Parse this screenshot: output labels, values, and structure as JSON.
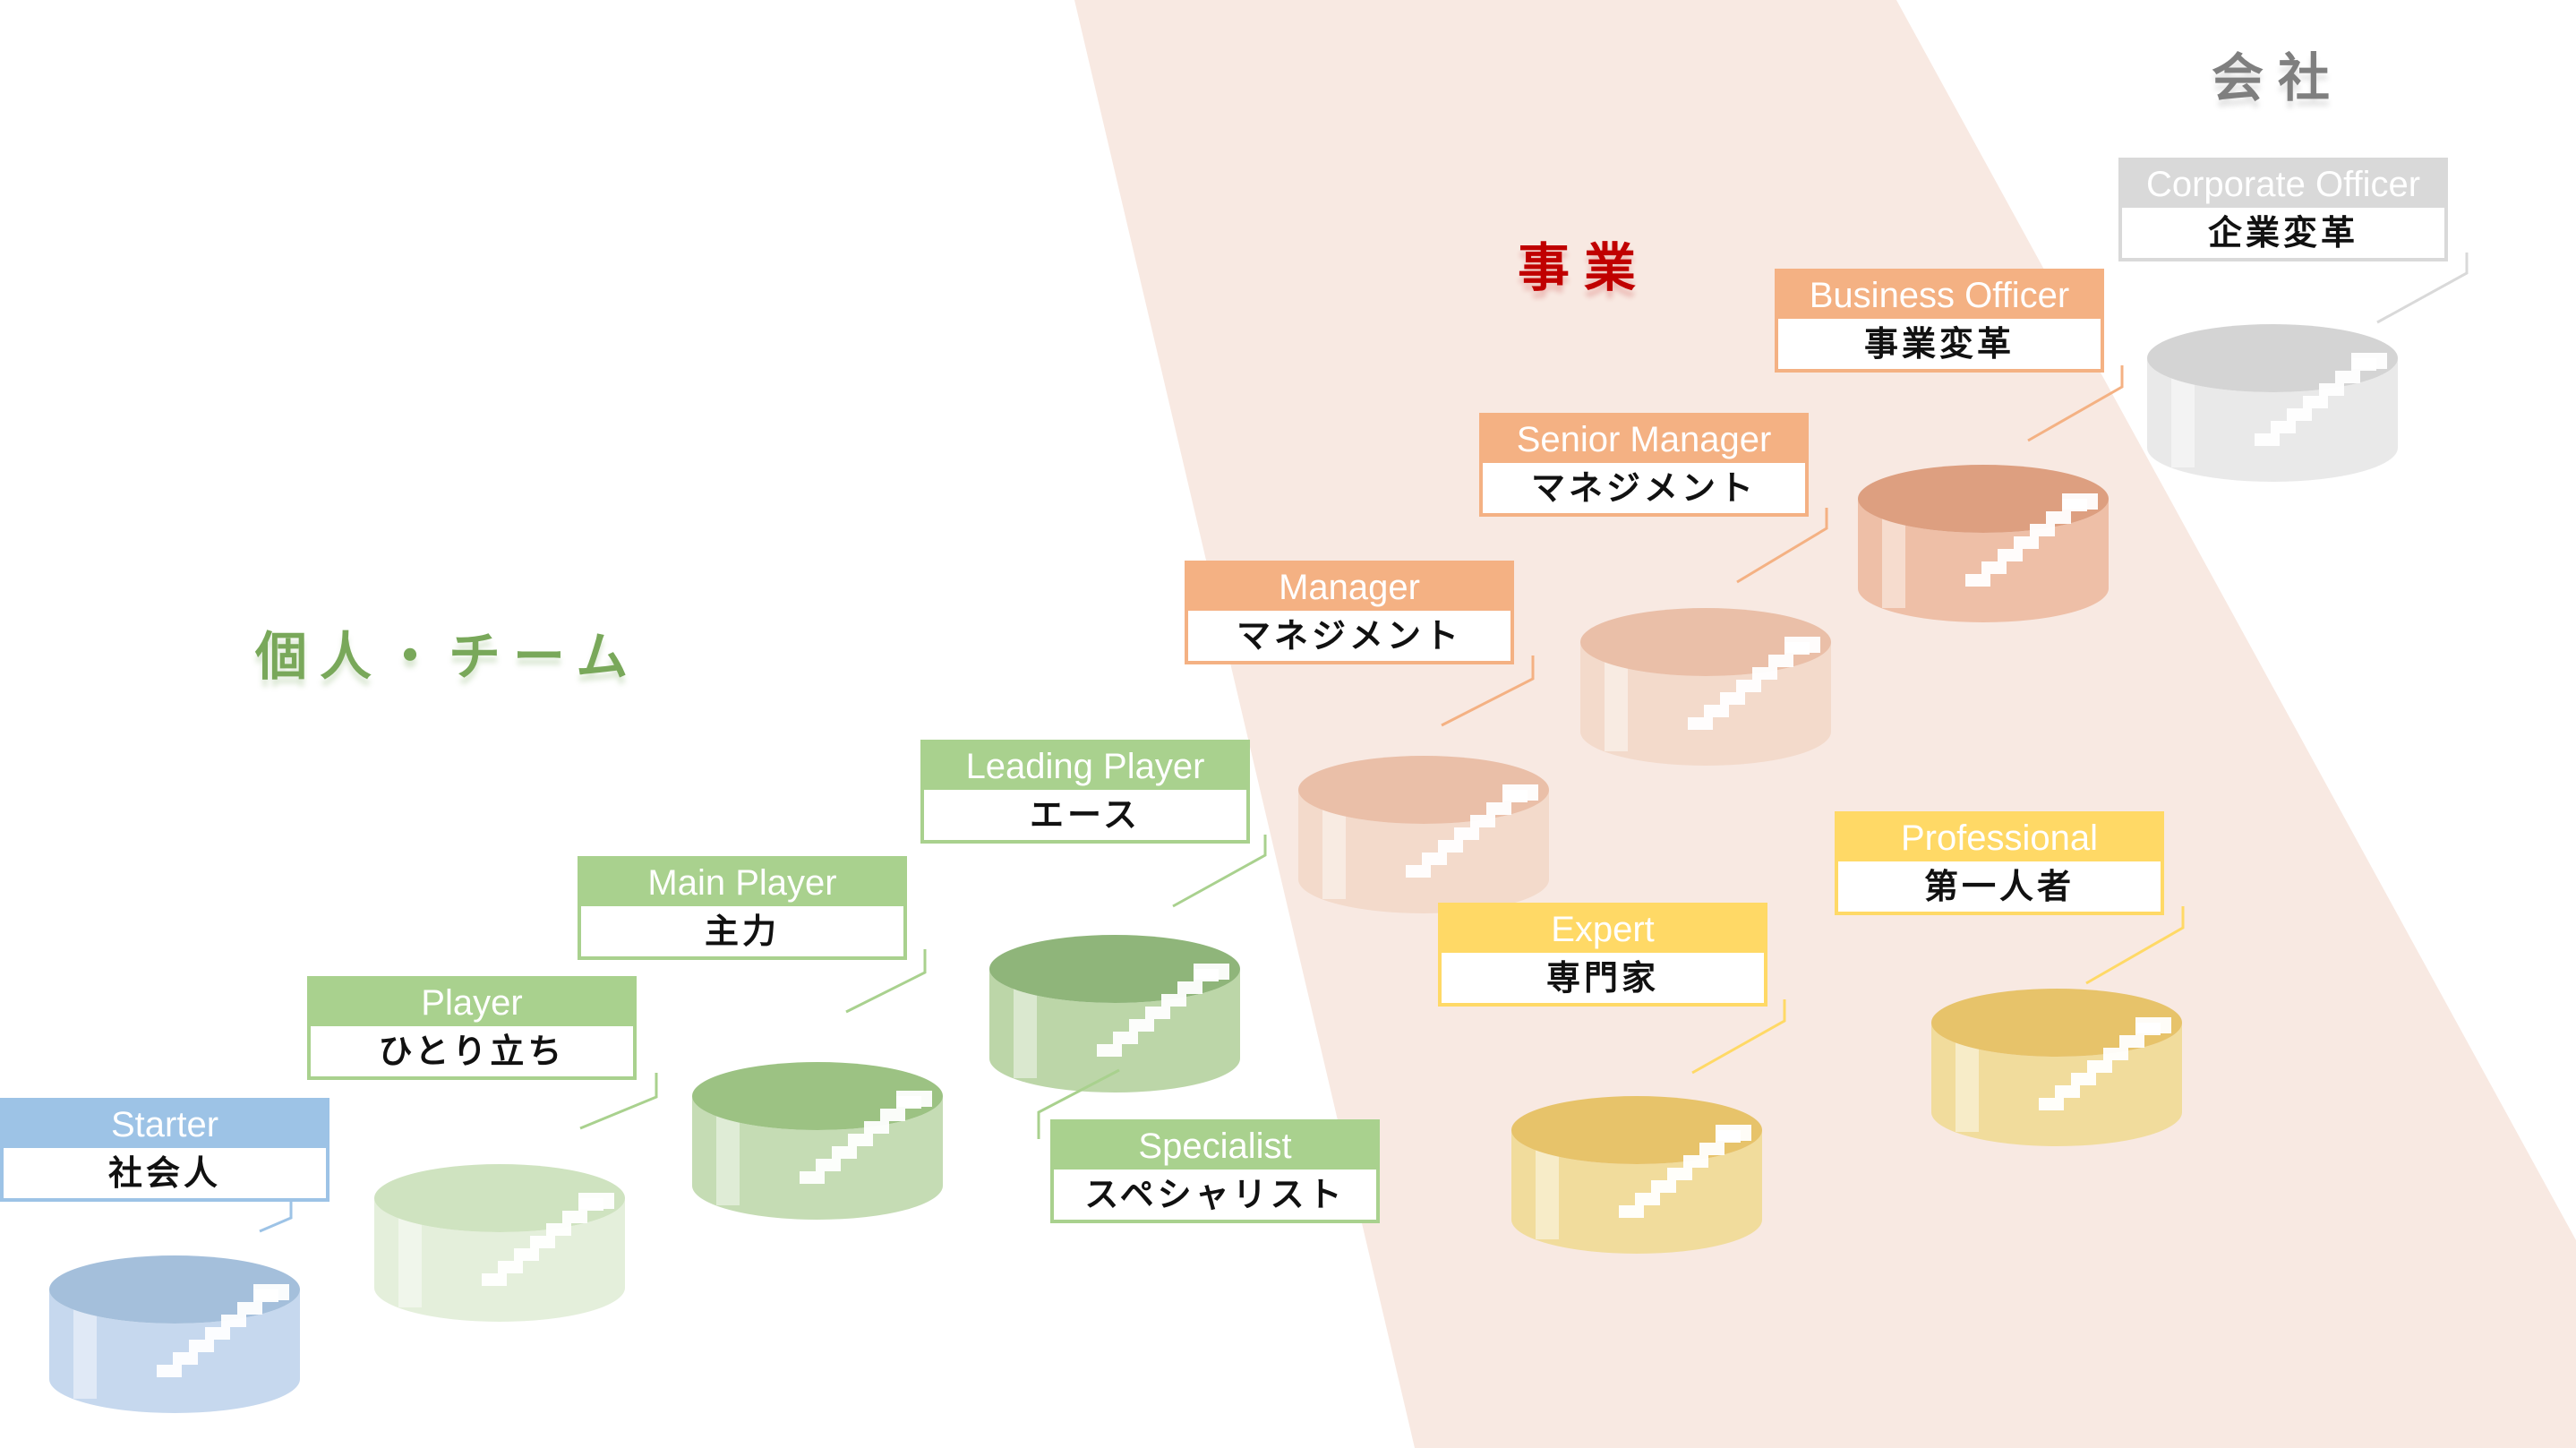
{
  "zones": {
    "individual": "個人・チーム",
    "business": "事業",
    "company": "会社"
  },
  "levels": [
    {
      "en": "Starter",
      "ja": "社会人",
      "theme": "blue"
    },
    {
      "en": "Player",
      "ja": "ひとり立ち",
      "theme": "green-light"
    },
    {
      "en": "Main Player",
      "ja": "主力",
      "theme": "green"
    },
    {
      "en": "Leading Player",
      "ja": "エース",
      "theme": "green-dark"
    },
    {
      "en": "Specialist",
      "ja": "スペシャリスト",
      "theme": "green"
    },
    {
      "en": "Manager",
      "ja": "マネジメント",
      "theme": "orange-light"
    },
    {
      "en": "Senior Manager",
      "ja": "マネジメント",
      "theme": "orange-light"
    },
    {
      "en": "Business Officer",
      "ja": "事業変革",
      "theme": "orange"
    },
    {
      "en": "Corporate Officer",
      "ja": "企業変革",
      "theme": "gray"
    },
    {
      "en": "Expert",
      "ja": "専門家",
      "theme": "yellow"
    },
    {
      "en": "Professional",
      "ja": "第一人者",
      "theme": "yellow"
    }
  ],
  "colors": {
    "band": "#f8e9e2",
    "blue": {
      "header": "#9dc3e6",
      "top": "#a4bfdb",
      "side": "#c6d8ee"
    },
    "green-light": {
      "header": "#a9d18e",
      "top": "#cfe3c0",
      "side": "#e4efdb"
    },
    "green": {
      "header": "#a9d18e",
      "top": "#9cc283",
      "side": "#c5dcb4"
    },
    "green-dark": {
      "header": "#a9d18e",
      "top": "#8fb57a",
      "side": "#bcd6a8"
    },
    "orange-light": {
      "header": "#f4b183",
      "top": "#eabfa8",
      "side": "#f3dacb"
    },
    "orange": {
      "header": "#f4b183",
      "top": "#dd9f80",
      "side": "#eebfa7"
    },
    "gray": {
      "header": "#d9d9d9",
      "top": "#d4d4d4",
      "side": "#e9e9e9"
    },
    "yellow": {
      "header": "#ffd966",
      "top": "#e7c36a",
      "side": "#f1dc9c"
    }
  }
}
